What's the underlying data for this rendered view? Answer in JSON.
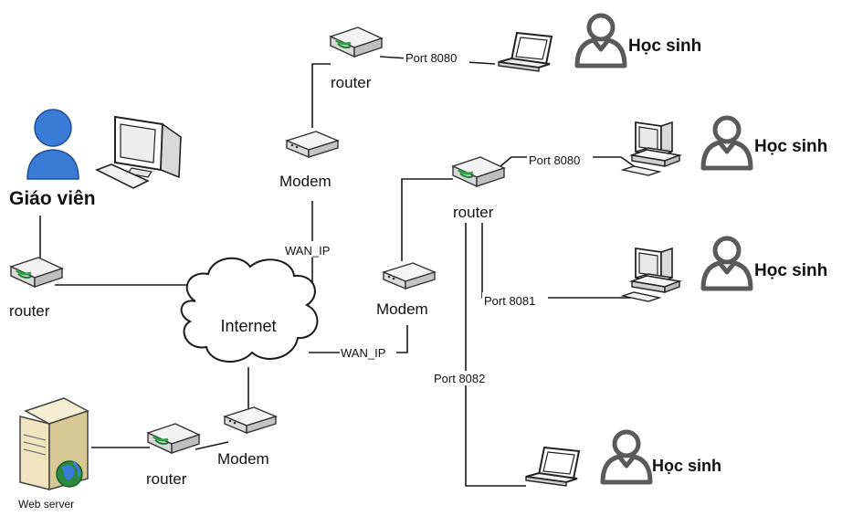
{
  "teacher": {
    "label": "Giáo viên"
  },
  "internet": {
    "label": "Internet"
  },
  "web_server": {
    "label": "Web server"
  },
  "routers": {
    "teacher_router": "router",
    "server_router": "router",
    "top_router": "router",
    "right_router": "router"
  },
  "modems": {
    "server_modem": "Modem",
    "top_modem": "Modem",
    "right_modem": "Modem"
  },
  "links": {
    "wan_top": "WAN_IP",
    "wan_right": "WAN_IP",
    "port_top": "Port 8080",
    "port_r1": "Port 8080",
    "port_r2": "Port 8081",
    "port_r3": "Port 8082"
  },
  "students": [
    {
      "label": "Học sinh"
    },
    {
      "label": "Học sinh"
    },
    {
      "label": "Học sinh"
    },
    {
      "label": "Học sinh"
    }
  ],
  "colors": {
    "device_body": "#e6e6e6",
    "device_accent": "#2f9e44",
    "teacher_blue": "#3a7bd5",
    "server_globe": "#2b8a3e"
  }
}
